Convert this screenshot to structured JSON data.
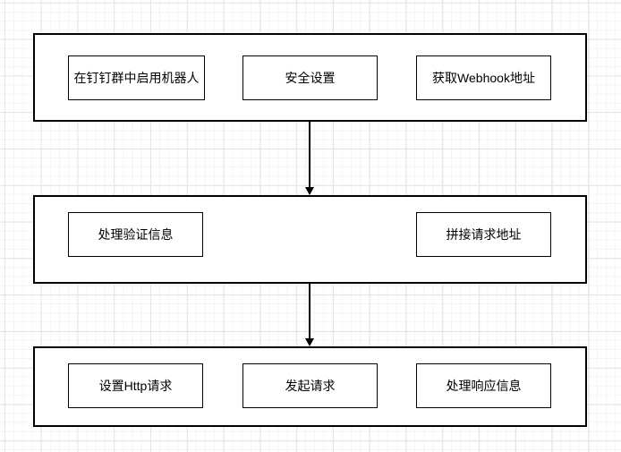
{
  "canvas": {
    "background_color": "#ffffff",
    "grid_minor_color": "#f4f4f4",
    "grid_major_color": "#e3e3e3"
  },
  "diagram": {
    "type": "flowchart",
    "direction": "top-down",
    "stroke_color": "#000000",
    "node_fill_color": "#ffffff",
    "rows": [
      {
        "id": "row-1",
        "nodes": [
          {
            "label": "在钉钉群中启用机器人"
          },
          {
            "label": "安全设置"
          },
          {
            "label": "获取Webhook地址"
          }
        ]
      },
      {
        "id": "row-2",
        "nodes": [
          {
            "label": "处理验证信息"
          },
          {
            "label": "拼接请求地址"
          }
        ]
      },
      {
        "id": "row-3",
        "nodes": [
          {
            "label": "设置Http请求"
          },
          {
            "label": "发起请求"
          },
          {
            "label": "处理响应信息"
          }
        ]
      }
    ],
    "connectors": [
      {
        "from": "row-1",
        "to": "row-2",
        "style": "solid",
        "arrowhead": "filled-triangle-down"
      },
      {
        "from": "row-2",
        "to": "row-3",
        "style": "solid",
        "arrowhead": "filled-triangle-down"
      }
    ]
  }
}
